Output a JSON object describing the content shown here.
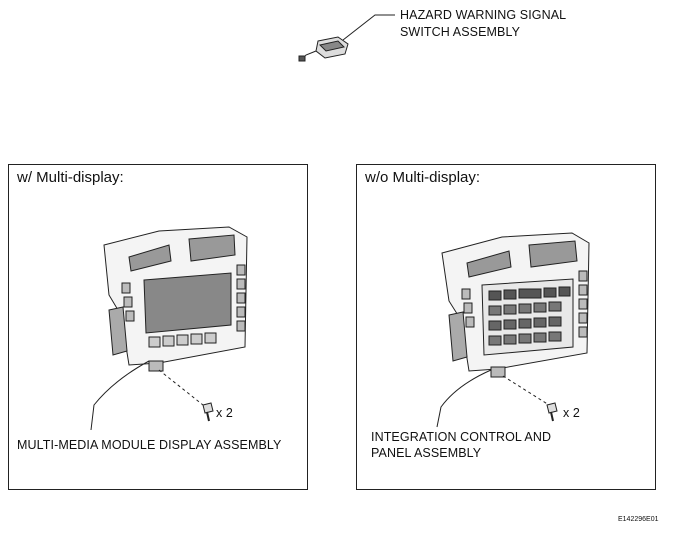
{
  "hazard": {
    "label_line1": "HAZARD WARNING SIGNAL",
    "label_line2": "SWITCH ASSEMBLY"
  },
  "panels": [
    {
      "title": "w/ Multi-display:",
      "bolt_count": "x 2",
      "callout": "MULTI-MEDIA MODULE DISPLAY ASSEMBLY"
    },
    {
      "title": "w/o Multi-display:",
      "bolt_count": "x 2",
      "callout_line1": "INTEGRATION CONTROL AND",
      "callout_line2": "PANEL ASSEMBLY"
    }
  ],
  "figure_code": "E142296E01"
}
